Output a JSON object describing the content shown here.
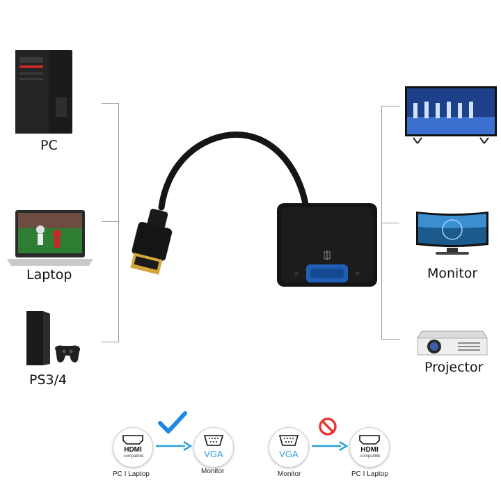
{
  "left_devices": [
    {
      "label": "PC"
    },
    {
      "label": "Laptop"
    },
    {
      "label": "PS3/4"
    }
  ],
  "right_devices": [
    {
      "label": "Monitor"
    },
    {
      "label": "Projector"
    }
  ],
  "diagram": {
    "supported": {
      "from_label": "HDMI",
      "from_sub": "compatible",
      "to_label": "VGA",
      "from_caption": "PC I Laptop",
      "to_caption": "Monitor"
    },
    "unsupported": {
      "from_label": "VGA",
      "to_label": "HDMI",
      "to_sub": "compatible",
      "from_caption": "Monitor",
      "to_caption": "PC I Laptop"
    }
  },
  "colors": {
    "check": "#1e88e5",
    "arrow": "#2a9fd8",
    "prohibit": "#e53935",
    "vga_port": "#1f5fb5",
    "hdmi_tip": "#d4a63a"
  }
}
